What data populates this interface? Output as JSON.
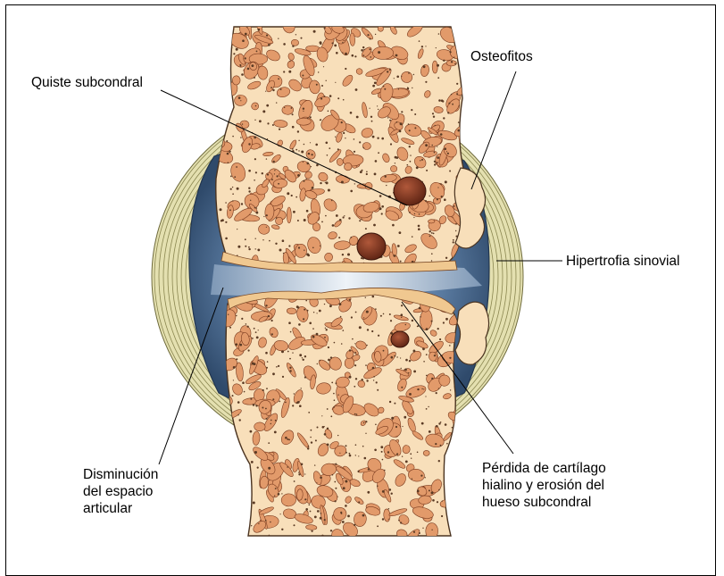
{
  "labels": {
    "quiste": "Quiste subcondral",
    "osteofitos": "Osteofitos",
    "hipertrofia": "Hipertrofia sinovial",
    "disminucion": "Disminución\ndel espacio\narticular",
    "perdida": "Pérdida de cartílago\nhialino y erosión del\nhueso subcondral"
  },
  "colors": {
    "bone": "#f8dfba",
    "trabecula": "#e29a6a",
    "trabecula_edge": "#7a3b1f",
    "cyst": "#8a3a22",
    "synovium": "#4e6f95",
    "capsule": "#e4e0b0",
    "cartilage": "#f0c890",
    "joint_space": "#c8d6e6",
    "line": "#000000"
  }
}
